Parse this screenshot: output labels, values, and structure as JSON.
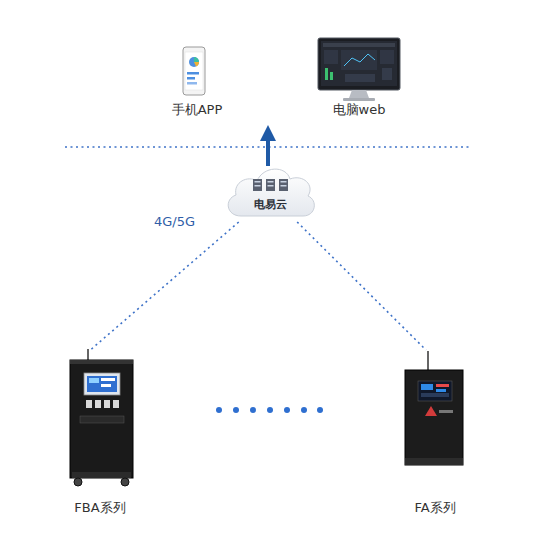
{
  "diagram": {
    "nodes": [
      {
        "text": [
          "手机APP"
        ]
      },
      {
        "text": [
          "电脑web"
        ]
      },
      {
        "text": [
          "电易云"
        ]
      },
      {
        "text": [
          "FBA系列"
        ]
      },
      {
        "text": [
          "FA系列"
        ]
      }
    ],
    "edges": [
      {
        "from": 2,
        "to": 3,
        "label": "4G/5G",
        "arrow": "none"
      },
      {
        "from": 2,
        "to": 4,
        "arrow": "none"
      }
    ]
  }
}
